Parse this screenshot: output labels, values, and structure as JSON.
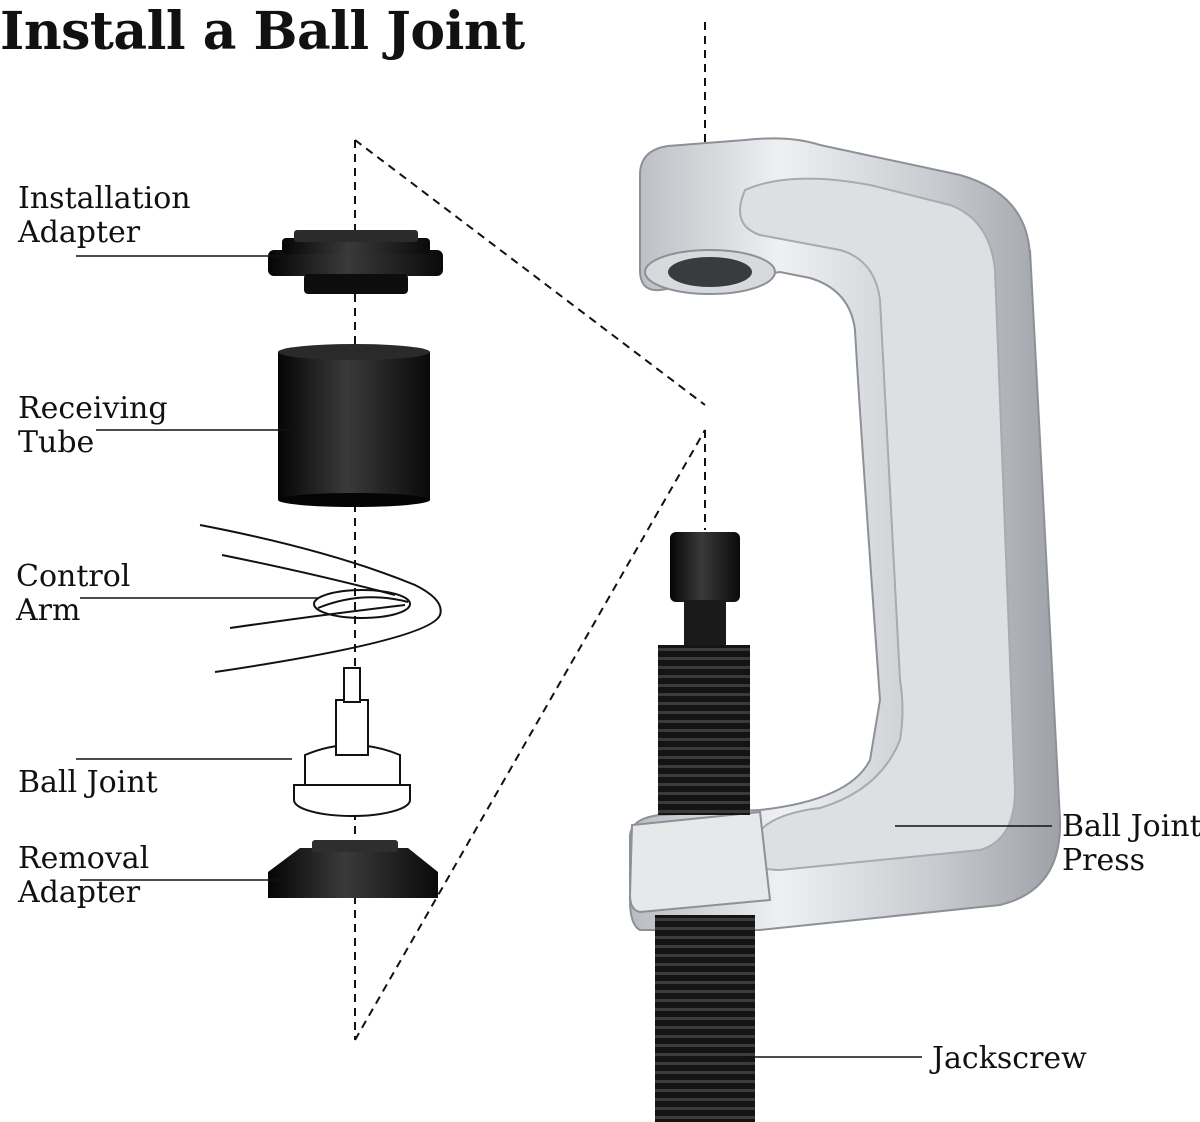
{
  "title": "Install a Ball Joint",
  "labels": {
    "installation_adapter": {
      "line1": "Installation",
      "line2": "Adapter"
    },
    "receiving_tube": {
      "line1": "Receiving",
      "line2": "Tube"
    },
    "control_arm": {
      "line1": "Control",
      "line2": "Arm"
    },
    "ball_joint": {
      "line1": "Ball Joint"
    },
    "removal_adapter": {
      "line1": "Removal",
      "line2": "Adapter"
    },
    "ball_joint_press": {
      "line1": "Ball Joint",
      "line2": "Press"
    },
    "jackscrew": {
      "line1": "Jackscrew"
    }
  },
  "colors": {
    "text": "#111111",
    "steel": "#c9ccd0",
    "steel_highlight": "#eef0f2",
    "black_part": "#141414"
  }
}
